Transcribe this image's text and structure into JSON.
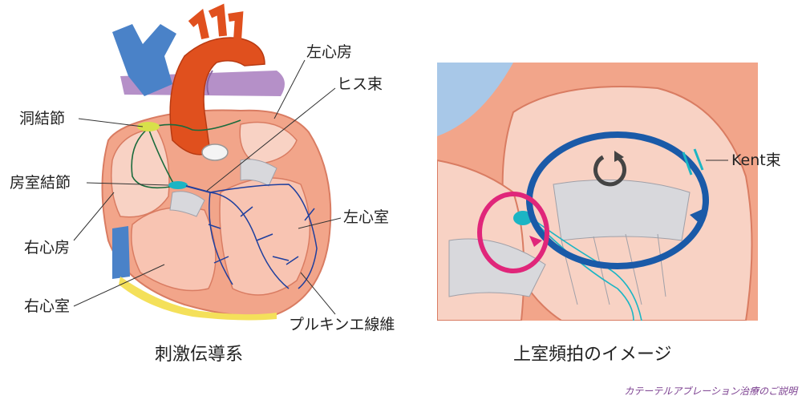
{
  "left_diagram": {
    "caption": "刺激伝導系",
    "labels": {
      "sinus_node": "洞結節",
      "av_node": "房室結節",
      "right_atrium": "右心房",
      "right_ventricle": "右心室",
      "left_atrium": "左心房",
      "his_bundle": "ヒス束",
      "left_ventricle": "左心室",
      "purkinje": "プルキンエ線維"
    }
  },
  "right_diagram": {
    "caption": "上室頻拍のイメージ",
    "labels": {
      "kent": "Kent束"
    }
  },
  "credit": "カテーテルアブレーション治療のご説明",
  "colors": {
    "myocardium": "#f2a58a",
    "chamber": "#f8d2c4",
    "aorta": "#e0501e",
    "vena_cava": "#4a82c8",
    "pulmonary": "#b590c8",
    "conduction": "#1a6b3c",
    "purkinje": "#1f3f9e",
    "sinus_node": "#d8e04a",
    "av_node": "#1bb5c4",
    "reentry_blue": "#1a5aa8",
    "reentry_pink": "#e0267a",
    "fat": "#f4e05a"
  }
}
